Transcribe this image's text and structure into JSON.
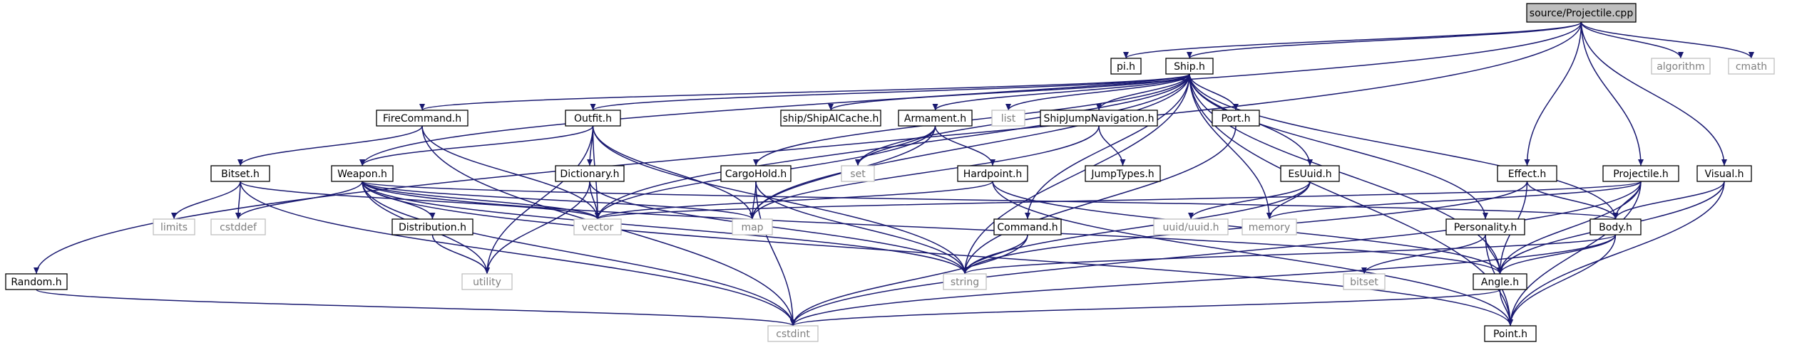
{
  "colors": {
    "edge": "#191970",
    "root_fill": "#bfbfbf",
    "header_fill": "#ffffff",
    "header_text": "#000000",
    "system_border": "#bfbfbf",
    "system_text": "#7f7f7f",
    "node_border": "#000000"
  },
  "nodes": [
    {
      "id": "projectile_cpp",
      "label": "source/Projectile.cpp",
      "kind": "root"
    },
    {
      "id": "pi_h",
      "label": "pi.h",
      "kind": "header"
    },
    {
      "id": "ship_h",
      "label": "Ship.h",
      "kind": "header"
    },
    {
      "id": "algorithm",
      "label": "algorithm",
      "kind": "system"
    },
    {
      "id": "cmath",
      "label": "cmath",
      "kind": "system"
    },
    {
      "id": "firecommand_h",
      "label": "FireCommand.h",
      "kind": "header"
    },
    {
      "id": "outfit_h",
      "label": "Outfit.h",
      "kind": "header"
    },
    {
      "id": "shipaicache_h",
      "label": "ship/ShipAICache.h",
      "kind": "header"
    },
    {
      "id": "armament_h",
      "label": "Armament.h",
      "kind": "header"
    },
    {
      "id": "list",
      "label": "list",
      "kind": "system"
    },
    {
      "id": "shipjumpnav_h",
      "label": "ShipJumpNavigation.h",
      "kind": "header"
    },
    {
      "id": "port_h",
      "label": "Port.h",
      "kind": "header"
    },
    {
      "id": "effect_h",
      "label": "Effect.h",
      "kind": "header"
    },
    {
      "id": "projectile_h",
      "label": "Projectile.h",
      "kind": "header"
    },
    {
      "id": "visual_h",
      "label": "Visual.h",
      "kind": "header"
    },
    {
      "id": "bitset_h",
      "label": "Bitset.h",
      "kind": "header"
    },
    {
      "id": "weapon_h",
      "label": "Weapon.h",
      "kind": "header"
    },
    {
      "id": "dictionary_h",
      "label": "Dictionary.h",
      "kind": "header"
    },
    {
      "id": "cargohold_h",
      "label": "CargoHold.h",
      "kind": "header"
    },
    {
      "id": "set",
      "label": "set",
      "kind": "system"
    },
    {
      "id": "hardpoint_h",
      "label": "Hardpoint.h",
      "kind": "header"
    },
    {
      "id": "jumptypes_h",
      "label": "JumpTypes.h",
      "kind": "header"
    },
    {
      "id": "esuuid_h",
      "label": "EsUuid.h",
      "kind": "header"
    },
    {
      "id": "limits",
      "label": "limits",
      "kind": "system"
    },
    {
      "id": "cstddef",
      "label": "cstddef",
      "kind": "system"
    },
    {
      "id": "vector",
      "label": "vector",
      "kind": "system"
    },
    {
      "id": "map",
      "label": "map",
      "kind": "system"
    },
    {
      "id": "distribution_h",
      "label": "Distribution.h",
      "kind": "header"
    },
    {
      "id": "command_h",
      "label": "Command.h",
      "kind": "header"
    },
    {
      "id": "uuid_h",
      "label": "uuid/uuid.h",
      "kind": "system"
    },
    {
      "id": "memory",
      "label": "memory",
      "kind": "system"
    },
    {
      "id": "personality_h",
      "label": "Personality.h",
      "kind": "header"
    },
    {
      "id": "body_h",
      "label": "Body.h",
      "kind": "header"
    },
    {
      "id": "random_h",
      "label": "Random.h",
      "kind": "header"
    },
    {
      "id": "utility",
      "label": "utility",
      "kind": "system"
    },
    {
      "id": "string",
      "label": "string",
      "kind": "system"
    },
    {
      "id": "bitset",
      "label": "bitset",
      "kind": "system"
    },
    {
      "id": "angle_h",
      "label": "Angle.h",
      "kind": "header"
    },
    {
      "id": "cstdint",
      "label": "cstdint",
      "kind": "system"
    },
    {
      "id": "point_h",
      "label": "Point.h",
      "kind": "header"
    }
  ],
  "edges": [
    [
      "projectile_cpp",
      "pi_h"
    ],
    [
      "projectile_cpp",
      "ship_h"
    ],
    [
      "projectile_cpp",
      "algorithm"
    ],
    [
      "projectile_cpp",
      "cmath"
    ],
    [
      "projectile_cpp",
      "random_h"
    ],
    [
      "projectile_cpp",
      "weapon_h"
    ],
    [
      "projectile_cpp",
      "effect_h"
    ],
    [
      "projectile_cpp",
      "projectile_h"
    ],
    [
      "projectile_cpp",
      "visual_h"
    ],
    [
      "ship_h",
      "firecommand_h"
    ],
    [
      "ship_h",
      "outfit_h"
    ],
    [
      "ship_h",
      "shipaicache_h"
    ],
    [
      "ship_h",
      "armament_h"
    ],
    [
      "ship_h",
      "list"
    ],
    [
      "ship_h",
      "shipjumpnav_h"
    ],
    [
      "ship_h",
      "port_h"
    ],
    [
      "ship_h",
      "esuuid_h"
    ],
    [
      "ship_h",
      "cargohold_h"
    ],
    [
      "ship_h",
      "set"
    ],
    [
      "ship_h",
      "map"
    ],
    [
      "ship_h",
      "vector"
    ],
    [
      "ship_h",
      "string"
    ],
    [
      "ship_h",
      "memory"
    ],
    [
      "ship_h",
      "personality_h"
    ],
    [
      "ship_h",
      "command_h"
    ],
    [
      "ship_h",
      "body_h"
    ],
    [
      "ship_h",
      "angle_h"
    ],
    [
      "ship_h",
      "point_h"
    ],
    [
      "firecommand_h",
      "bitset_h"
    ],
    [
      "firecommand_h",
      "vector"
    ],
    [
      "firecommand_h",
      "cstdint"
    ],
    [
      "outfit_h",
      "weapon_h"
    ],
    [
      "outfit_h",
      "dictionary_h"
    ],
    [
      "outfit_h",
      "map"
    ],
    [
      "outfit_h",
      "vector"
    ],
    [
      "outfit_h",
      "string"
    ],
    [
      "outfit_h",
      "utility"
    ],
    [
      "armament_h",
      "hardpoint_h"
    ],
    [
      "armament_h",
      "set"
    ],
    [
      "armament_h",
      "map"
    ],
    [
      "armament_h",
      "vector"
    ],
    [
      "shipjumpnav_h",
      "jumptypes_h"
    ],
    [
      "shipjumpnav_h",
      "map"
    ],
    [
      "port_h",
      "string"
    ],
    [
      "effect_h",
      "body_h"
    ],
    [
      "effect_h",
      "angle_h"
    ],
    [
      "effect_h",
      "string"
    ],
    [
      "projectile_h",
      "body_h"
    ],
    [
      "projectile_h",
      "angle_h"
    ],
    [
      "projectile_h",
      "point_h"
    ],
    [
      "projectile_h",
      "memory"
    ],
    [
      "projectile_h",
      "cstdint"
    ],
    [
      "projectile_h",
      "vector"
    ],
    [
      "visual_h",
      "body_h"
    ],
    [
      "visual_h",
      "angle_h"
    ],
    [
      "visual_h",
      "point_h"
    ],
    [
      "bitset_h",
      "limits"
    ],
    [
      "bitset_h",
      "cstddef"
    ],
    [
      "bitset_h",
      "vector"
    ],
    [
      "bitset_h",
      "cstdint"
    ],
    [
      "weapon_h",
      "cstddef"
    ],
    [
      "weapon_h",
      "vector"
    ],
    [
      "weapon_h",
      "map"
    ],
    [
      "weapon_h",
      "distribution_h"
    ],
    [
      "weapon_h",
      "utility"
    ],
    [
      "weapon_h",
      "string"
    ],
    [
      "weapon_h",
      "angle_h"
    ],
    [
      "weapon_h",
      "point_h"
    ],
    [
      "weapon_h",
      "cstdint"
    ],
    [
      "weapon_h",
      "body_h"
    ],
    [
      "dictionary_h",
      "vector"
    ],
    [
      "dictionary_h",
      "string"
    ],
    [
      "dictionary_h",
      "utility"
    ],
    [
      "cargohold_h",
      "map"
    ],
    [
      "cargohold_h",
      "string"
    ],
    [
      "cargohold_h",
      "cstdint"
    ],
    [
      "hardpoint_h",
      "vector"
    ],
    [
      "hardpoint_h",
      "angle_h"
    ],
    [
      "hardpoint_h",
      "point_h"
    ],
    [
      "esuuid_h",
      "uuid_h"
    ],
    [
      "esuuid_h",
      "memory"
    ],
    [
      "esuuid_h",
      "string"
    ],
    [
      "distribution_h",
      "utility"
    ],
    [
      "command_h",
      "string"
    ],
    [
      "command_h",
      "cstdint"
    ],
    [
      "personality_h",
      "bitset"
    ],
    [
      "personality_h",
      "angle_h"
    ],
    [
      "personality_h",
      "point_h"
    ],
    [
      "body_h",
      "angle_h"
    ],
    [
      "body_h",
      "point_h"
    ],
    [
      "body_h",
      "string"
    ],
    [
      "body_h",
      "cstdint"
    ],
    [
      "random_h",
      "cstdint"
    ],
    [
      "angle_h",
      "point_h"
    ],
    [
      "angle_h",
      "cstdint"
    ]
  ]
}
